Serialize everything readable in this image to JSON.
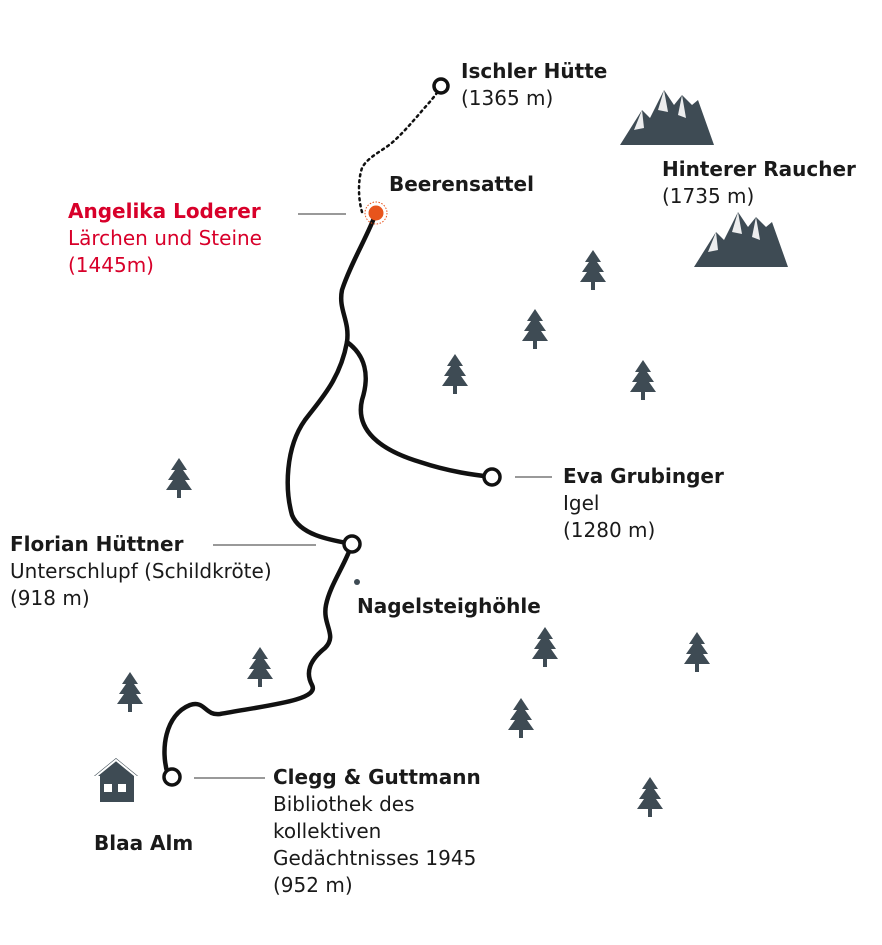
{
  "colors": {
    "trail": "#111111",
    "icon": "#3e4b54",
    "highlight": "#e8541c",
    "highlight_text": "#d8002a"
  },
  "places": {
    "ischler": {
      "name": "Ischler Hütte",
      "elevation": "(1365 m)"
    },
    "raucher": {
      "name": "Hinterer Raucher",
      "elevation": "(1735 m)"
    },
    "beerensattel": {
      "name": "Beerensattel"
    },
    "nagelsteig": {
      "name": "Nagelsteighöhle"
    },
    "blaa_alm": {
      "name": "Blaa Alm"
    }
  },
  "stations": {
    "loderer": {
      "artist": "Angelika Loderer",
      "work": "Lärchen und Steine",
      "elevation": "(1445m)",
      "active": true
    },
    "grubinger": {
      "artist": "Eva Grubinger",
      "work": "Igel",
      "elevation": "(1280 m)"
    },
    "huettner": {
      "artist": "Florian Hüttner",
      "work": "Unterschlupf (Schildkröte)",
      "elevation": "(918 m)"
    },
    "clegg": {
      "artist": "Clegg & Guttmann",
      "work_lines": [
        "Bibliothek des",
        "kollektiven",
        "Gedächtnisses 1945"
      ],
      "elevation": "(952 m)"
    }
  },
  "icons": [
    "mountain-icon",
    "tree-icon",
    "house-icon",
    "station-marker-icon",
    "current-location-icon"
  ]
}
